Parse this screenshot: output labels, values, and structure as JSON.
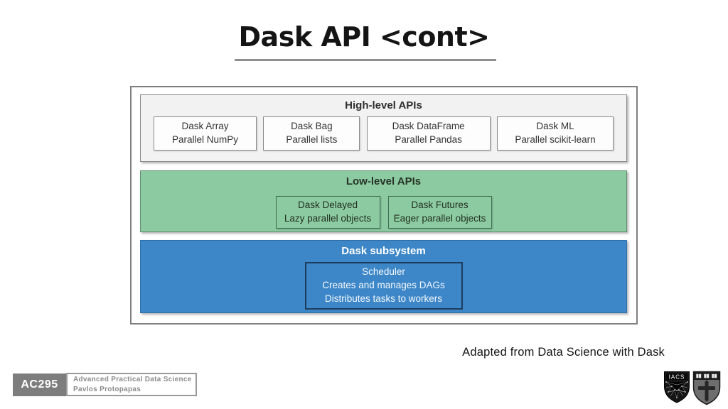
{
  "slide": {
    "title": "Dask API <cont>",
    "attribution": "Adapted from Data Science with Dask"
  },
  "diagram": {
    "high_level": {
      "label": "High-level APIs",
      "boxes": [
        {
          "line1": "Dask Array",
          "line2": "Parallel NumPy"
        },
        {
          "line1": "Dask Bag",
          "line2": "Parallel lists"
        },
        {
          "line1": "Dask DataFrame",
          "line2": "Parallel Pandas"
        },
        {
          "line1": "Dask ML",
          "line2": "Parallel scikit-learn"
        }
      ]
    },
    "low_level": {
      "label": "Low-level APIs",
      "boxes": [
        {
          "line1": "Dask Delayed",
          "line2": "Lazy parallel objects"
        },
        {
          "line1": "Dask Futures",
          "line2": "Eager parallel objects"
        }
      ]
    },
    "subsystem": {
      "label": "Dask subsystem",
      "scheduler": {
        "line1": "Scheduler",
        "line2": "Creates and manages DAGs",
        "line3": "Distributes tasks to workers"
      }
    },
    "colors": {
      "high_level_bg": "#f2f2f2",
      "low_level_bg": "#8ccba2",
      "subsystem_bg": "#3d87c8"
    }
  },
  "footer": {
    "course_code": "AC295",
    "course_name": "Advanced Practical Data Science",
    "instructor": "Pavlos Protopapas",
    "logos": [
      "iacs-shield-icon",
      "seas-shield-icon"
    ],
    "iacs_text": "IACS"
  }
}
